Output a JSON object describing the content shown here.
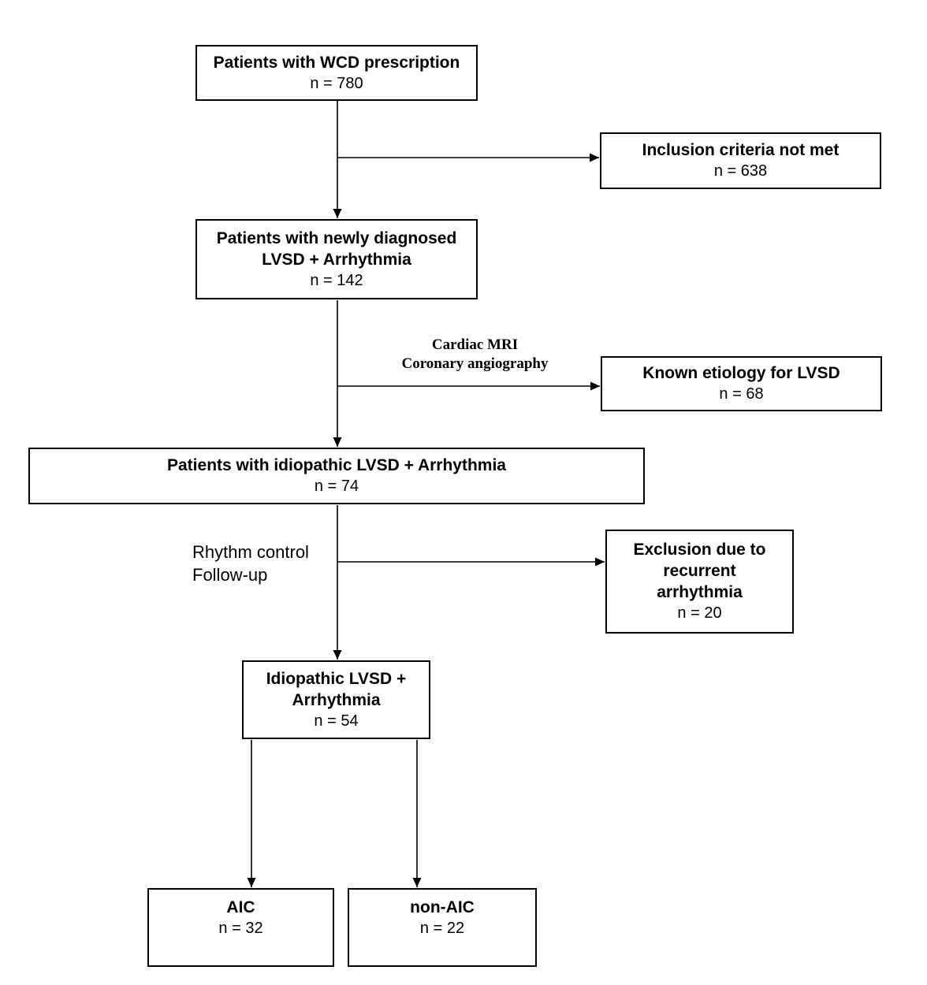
{
  "colors": {
    "background": "#ffffff",
    "line": "#000000",
    "text": "#000000"
  },
  "boxes": {
    "wcd": {
      "title": "Patients with WCD prescription",
      "count": "n = 780"
    },
    "inclusion_not_met": {
      "title": "Inclusion criteria not met",
      "count": "n = 638"
    },
    "newly_diagnosed": {
      "title_lines": [
        "Patients with newly diagnosed",
        "LVSD + Arrhythmia"
      ],
      "count": "n = 142"
    },
    "known_etiology": {
      "title": "Known etiology for LVSD",
      "count": "n = 68"
    },
    "idiopathic": {
      "title": "Patients with idiopathic LVSD + Arrhythmia",
      "count": "n = 74"
    },
    "exclusion": {
      "title_lines": [
        "Exclusion due to",
        "recurrent",
        "arrhythmia"
      ],
      "count": "n = 20"
    },
    "idiopathic_followed": {
      "title_lines": [
        "Idiopathic LVSD +",
        "Arrhythmia"
      ],
      "count": "n = 54"
    },
    "aic": {
      "title": "AIC",
      "count": "n = 32"
    },
    "non_aic": {
      "title": "non-AIC",
      "count": "n = 22"
    }
  },
  "edge_labels": {
    "mri": {
      "lines": [
        "Cardiac MRI",
        "Coronary angiography"
      ]
    },
    "rhythm": {
      "lines": [
        "Rhythm control",
        "Follow-up"
      ]
    }
  }
}
